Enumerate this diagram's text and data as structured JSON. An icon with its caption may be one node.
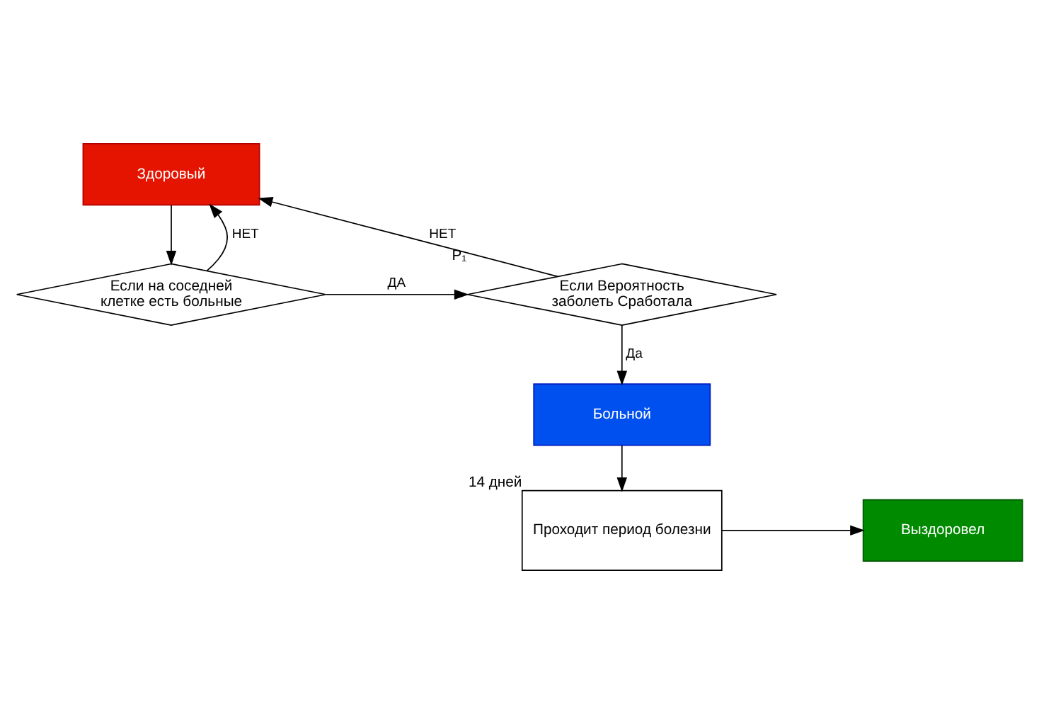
{
  "diagram": {
    "nodes": [
      {
        "text": [
          "Здоровый"
        ]
      },
      {
        "text": [
          "Если на соседней клетке есть больные"
        ]
      },
      {
        "text": [
          "Если Вероятность заболеть Сработала"
        ],
        "beside": [
          "P₁"
        ]
      },
      {
        "text": [
          "Больной"
        ]
      },
      {
        "text": [
          "Проходит период болезни"
        ],
        "beside": [
          "14 дней"
        ]
      },
      {
        "text": [
          "Выздоровел"
        ]
      }
    ],
    "edges": [
      {
        "from": 0,
        "to": 1,
        "arrow": "to"
      },
      {
        "from": 1,
        "to": 2,
        "arrow": "to",
        "label": "ДА"
      },
      {
        "from": 1,
        "to": 0,
        "arrow": "to",
        "label": "НЕТ"
      },
      {
        "from": 2,
        "to": 0,
        "arrow": "to",
        "label": "НЕТ"
      },
      {
        "from": 2,
        "to": 3,
        "arrow": "to",
        "label": "Да"
      },
      {
        "from": 3,
        "to": 4,
        "arrow": "to"
      },
      {
        "from": 4,
        "to": 5,
        "arrow": "to"
      }
    ]
  }
}
